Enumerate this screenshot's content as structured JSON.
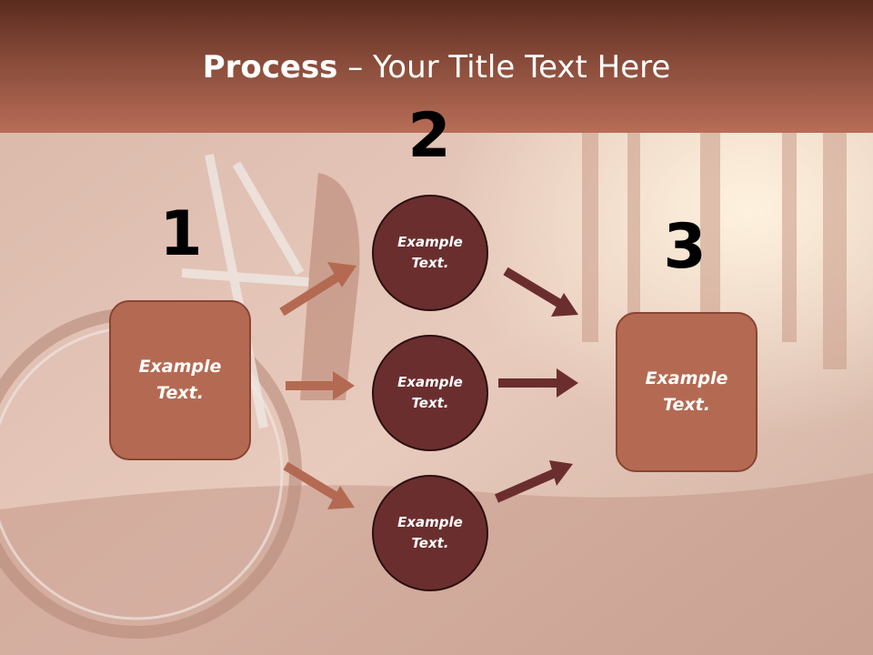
{
  "slide": {
    "title_bold": "Process",
    "title_rest": " – Your Title Text Here"
  },
  "steps": {
    "n1": "1",
    "n2": "2",
    "n3": "3"
  },
  "nodes": {
    "left_box": "Example Text.",
    "circle_top": "Example Text.",
    "circle_middle": "Example Text.",
    "circle_bottom": "Example Text.",
    "right_box": "Example Text."
  },
  "colors": {
    "header": "#8c4e3c",
    "box_fill": "#b46a52",
    "circle_fill": "#6b2e2e",
    "arrow_light": "#b46a52",
    "arrow_dark": "#6b2e2e"
  }
}
